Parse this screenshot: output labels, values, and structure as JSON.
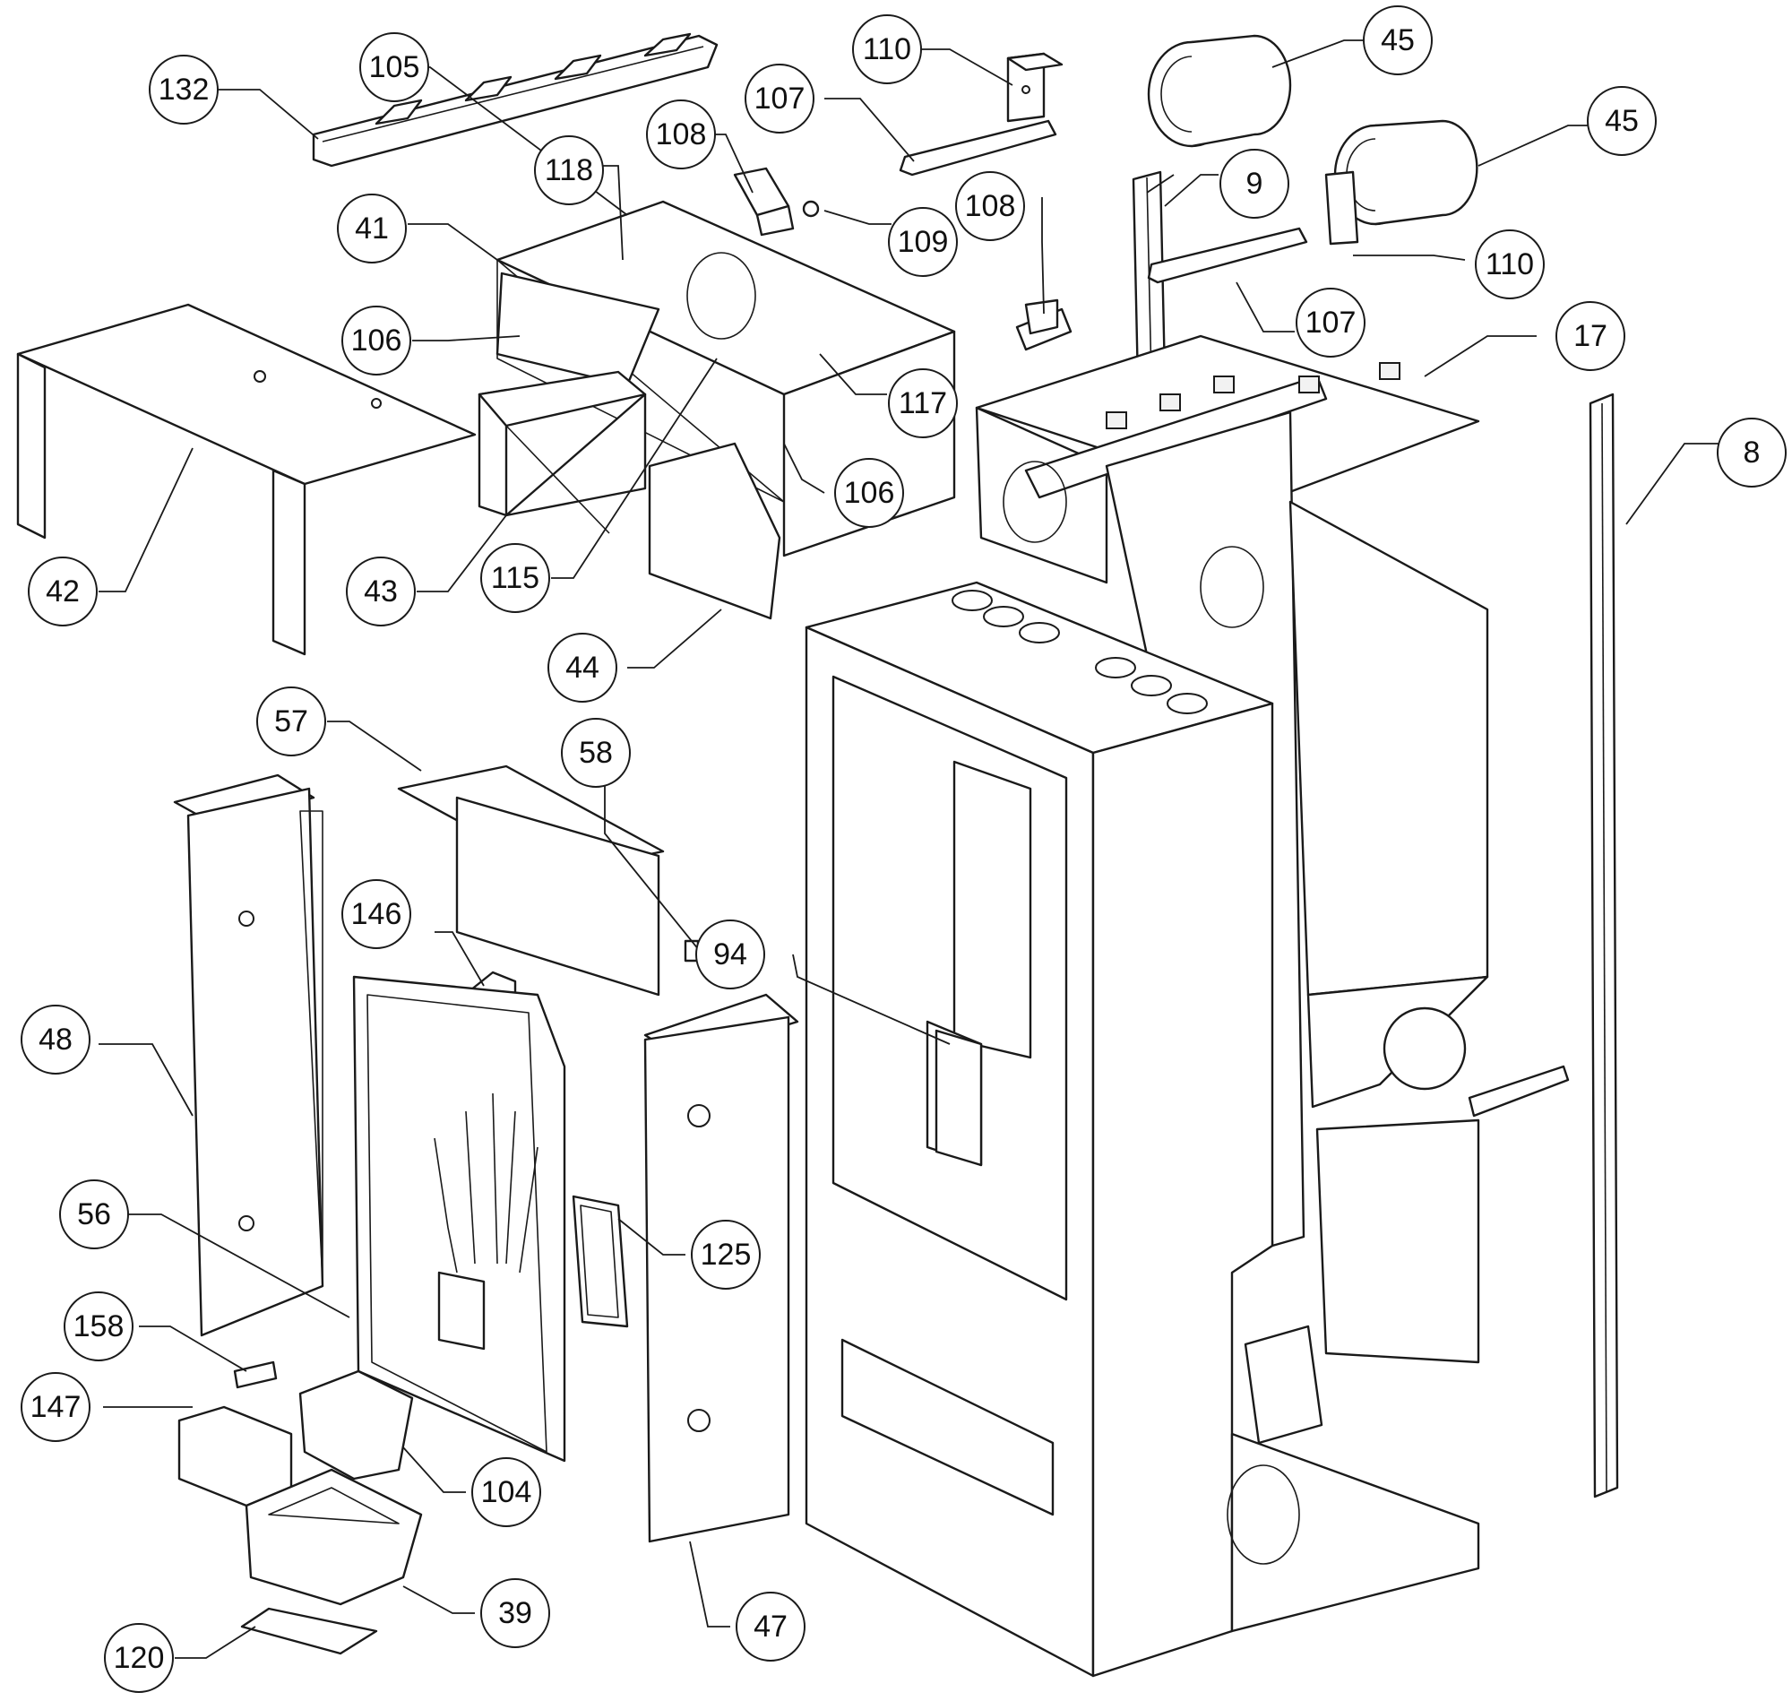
{
  "diagram": {
    "part_labels": [
      "132",
      "105",
      "110",
      "107",
      "108",
      "118",
      "41",
      "109",
      "45",
      "45",
      "9",
      "110",
      "107",
      "106",
      "117",
      "17",
      "8",
      "42",
      "106",
      "43",
      "115",
      "44",
      "57",
      "58",
      "146",
      "94",
      "48",
      "125",
      "56",
      "158",
      "147",
      "104",
      "39",
      "47",
      "120"
    ]
  },
  "colors": {
    "line": "#1a1a1a",
    "background": "#ffffff"
  }
}
